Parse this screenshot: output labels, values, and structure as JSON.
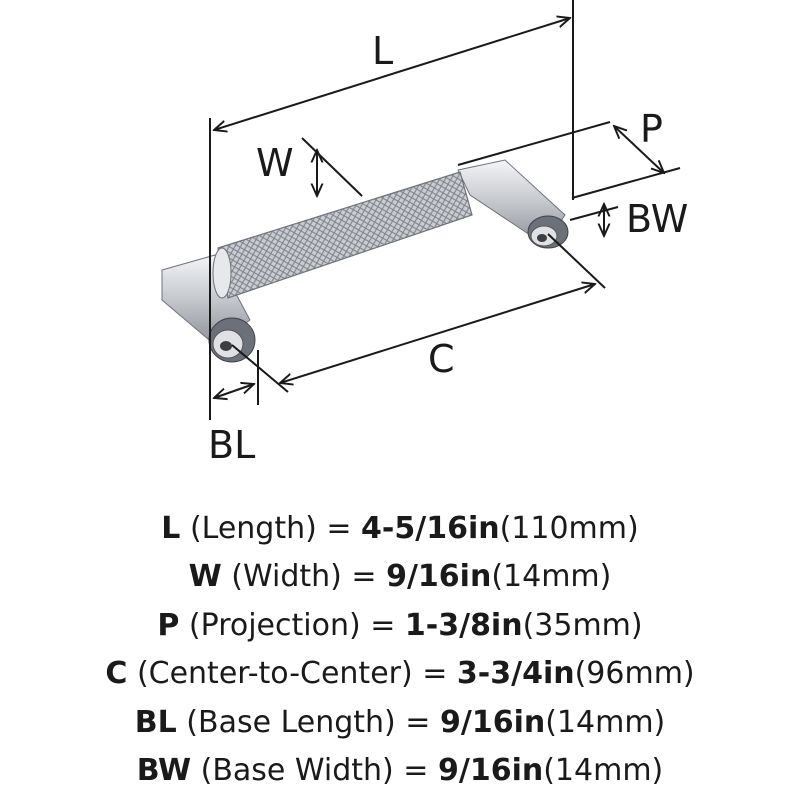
{
  "diagram": {
    "labels": {
      "L": "L",
      "W": "W",
      "P": "P",
      "BW": "BW",
      "C": "C",
      "BL": "BL"
    }
  },
  "specs": [
    {
      "code": "L",
      "desc": "(Length)",
      "imperial": "4-5/16in",
      "metric": "(110mm)"
    },
    {
      "code": "W",
      "desc": "(Width)",
      "imperial": "9/16in",
      "metric": "(14mm)"
    },
    {
      "code": "P",
      "desc": "(Projection)",
      "imperial": "1-3/8in",
      "metric": "(35mm)"
    },
    {
      "code": "C",
      "desc": "(Center-to-Center)",
      "imperial": "3-3/4in",
      "metric": "(96mm)"
    },
    {
      "code": "BL",
      "desc": "(Base Length)",
      "imperial": "9/16in",
      "metric": "(14mm)"
    },
    {
      "code": "BW",
      "desc": "(Base Width)",
      "imperial": "9/16in",
      "metric": "(14mm)"
    }
  ]
}
